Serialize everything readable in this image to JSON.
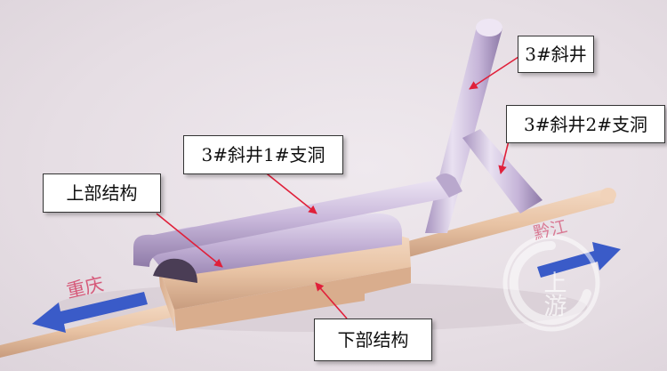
{
  "labels": {
    "shaft3": "3#斜井",
    "shaft3_branch2": "3#斜井2#支洞",
    "shaft3_branch1": "3#斜井1#支洞",
    "upper_structure": "上部结构",
    "lower_structure": "下部结构"
  },
  "directions": {
    "left": "重庆",
    "right": "黔江"
  },
  "watermark": {
    "text": "上游"
  },
  "colors": {
    "tunnel_purple": "#c9b8db",
    "base_tan": "#e8c3a4",
    "arrow_blue": "#3a5bc8",
    "pointer_red": "#e0203a"
  }
}
